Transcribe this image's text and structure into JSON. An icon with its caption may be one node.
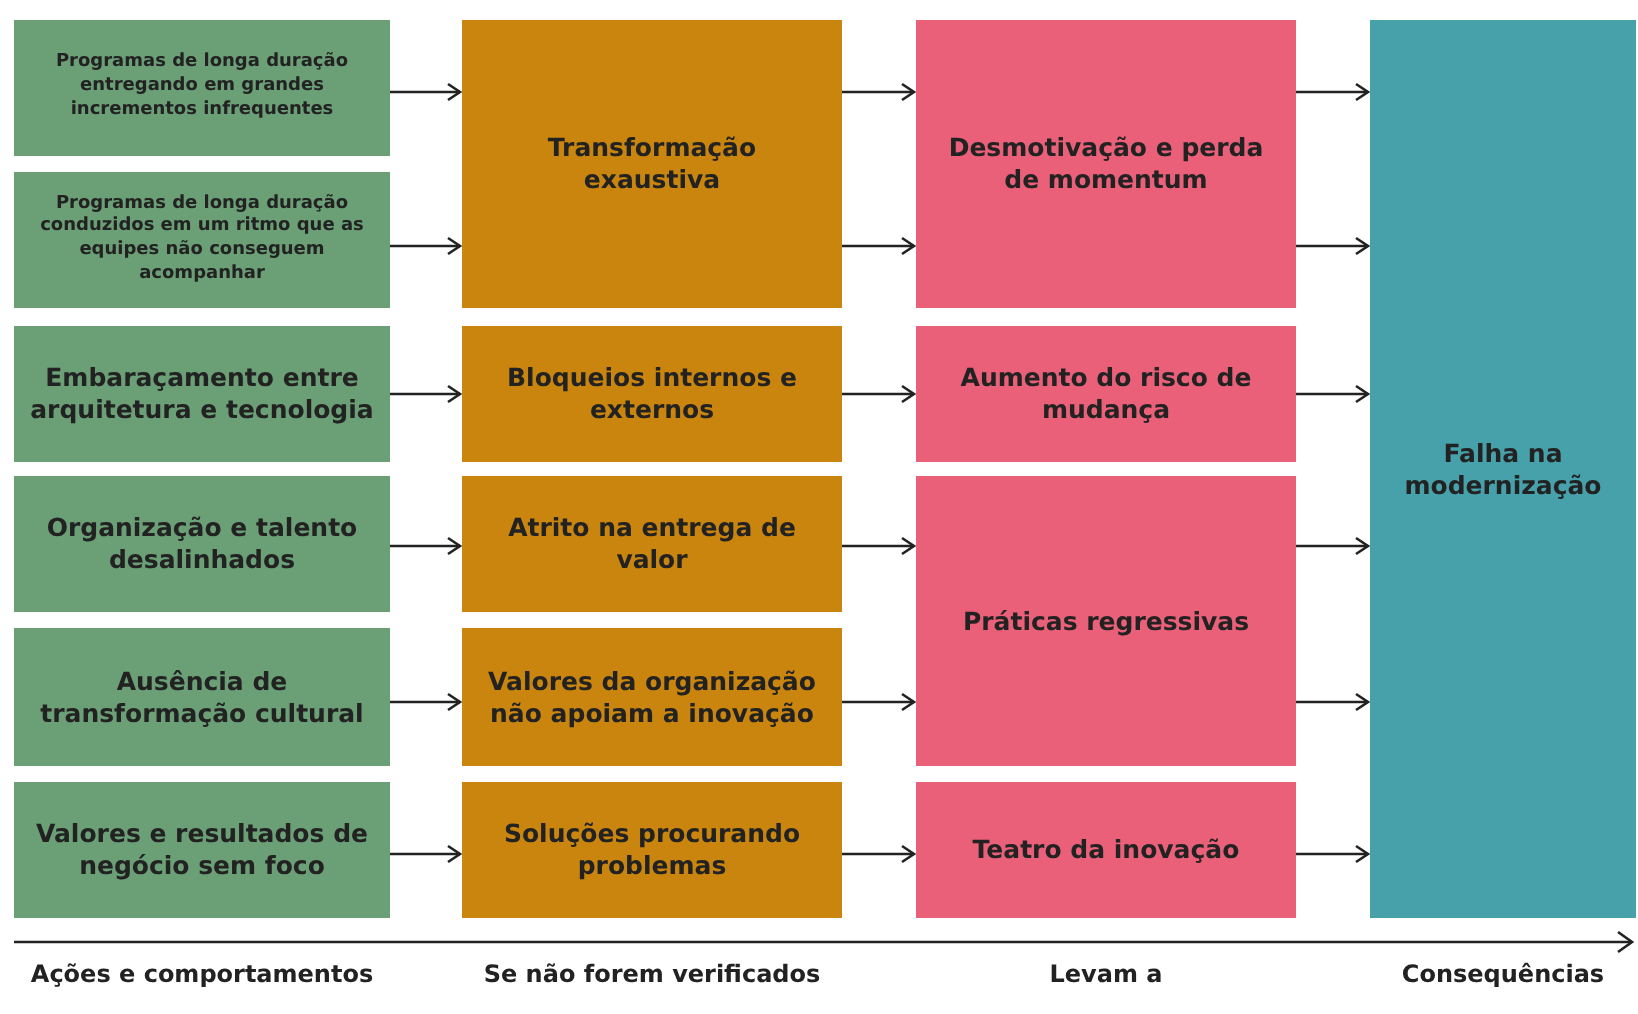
{
  "diagram": {
    "nodes": [
      {
        "text": [
          "Programas de longa duração entregando em grandes incrementos infrequentes"
        ]
      },
      {
        "text": [
          "Programas de longa duração conduzidos em um ritmo que as equipes não conseguem acompanhar"
        ]
      },
      {
        "text": [
          "Embaraçamento entre arquitetura e tecnologia"
        ]
      },
      {
        "text": [
          "Organização e talento desalinhados"
        ]
      },
      {
        "text": [
          "Ausência de transformação cultural"
        ]
      },
      {
        "text": [
          "Valores e resultados de negócio sem foco"
        ]
      },
      {
        "text": [
          "Transformação exaustiva"
        ]
      },
      {
        "text": [
          "Bloqueios internos e externos"
        ]
      },
      {
        "text": [
          "Atrito na entrega de valor"
        ]
      },
      {
        "text": [
          "Valores da organização não apoiam a inovação"
        ]
      },
      {
        "text": [
          "Soluções procurando problemas"
        ]
      },
      {
        "text": [
          "Desmotivação e perda de momentum"
        ]
      },
      {
        "text": [
          "Aumento do risco de mudança"
        ]
      },
      {
        "text": [
          "Práticas regressivas"
        ]
      },
      {
        "text": [
          "Teatro da inovação"
        ]
      },
      {
        "text": [
          "Falha na modernização"
        ]
      }
    ],
    "edges": [
      {
        "from": 0,
        "to": 6,
        "arrow": "to"
      },
      {
        "from": 1,
        "to": 6,
        "arrow": "to"
      },
      {
        "from": 2,
        "to": 7,
        "arrow": "to"
      },
      {
        "from": 3,
        "to": 8,
        "arrow": "to"
      },
      {
        "from": 4,
        "to": 9,
        "arrow": "to"
      },
      {
        "from": 5,
        "to": 10,
        "arrow": "to"
      },
      {
        "from": 6,
        "to": 11,
        "arrow": "to"
      },
      {
        "from": 6,
        "to": 11,
        "arrow": "to"
      },
      {
        "from": 7,
        "to": 12,
        "arrow": "to"
      },
      {
        "from": 8,
        "to": 13,
        "arrow": "to"
      },
      {
        "from": 9,
        "to": 13,
        "arrow": "to"
      },
      {
        "from": 10,
        "to": 14,
        "arrow": "to"
      },
      {
        "from": 11,
        "to": 15,
        "arrow": "to"
      },
      {
        "from": 11,
        "to": 15,
        "arrow": "to"
      },
      {
        "from": 12,
        "to": 15,
        "arrow": "to"
      },
      {
        "from": 13,
        "to": 15,
        "arrow": "to"
      },
      {
        "from": 13,
        "to": 15,
        "arrow": "to"
      },
      {
        "from": 14,
        "to": 15,
        "arrow": "to"
      }
    ],
    "labels": [
      "Ações e comportamentos",
      "Se não forem verificados",
      "Levam a",
      "Consequências"
    ]
  }
}
